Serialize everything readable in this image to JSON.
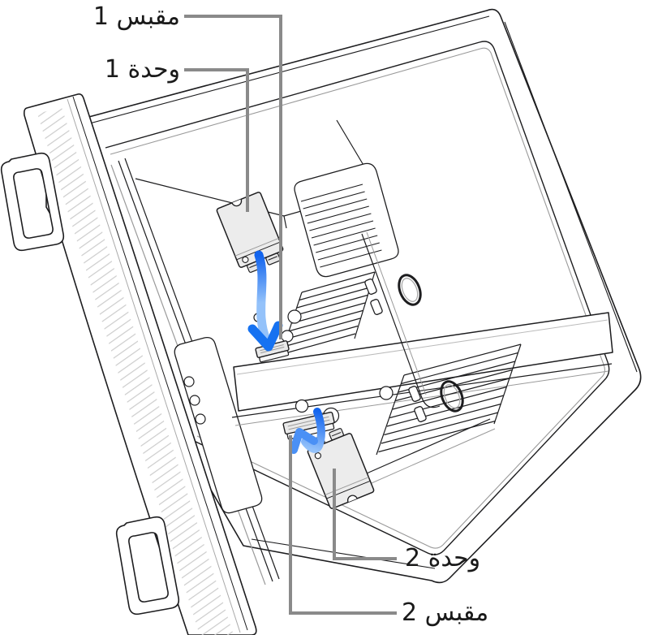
{
  "figure": {
    "labels": {
      "socket1": "مقبس 1",
      "module1": "وحدة 1",
      "module2": "وحدة 2",
      "socket2": "مقبس 2"
    },
    "colors": {
      "line_black": "#1d1d1f",
      "callout_gray": "#8a8a8a",
      "arrow_blue_dark": "#1264ee",
      "arrow_blue_light": "#94c2fa",
      "arrow_head_2": "#4a90f5",
      "module_fill": "#ececec",
      "background": "#ffffff"
    }
  }
}
